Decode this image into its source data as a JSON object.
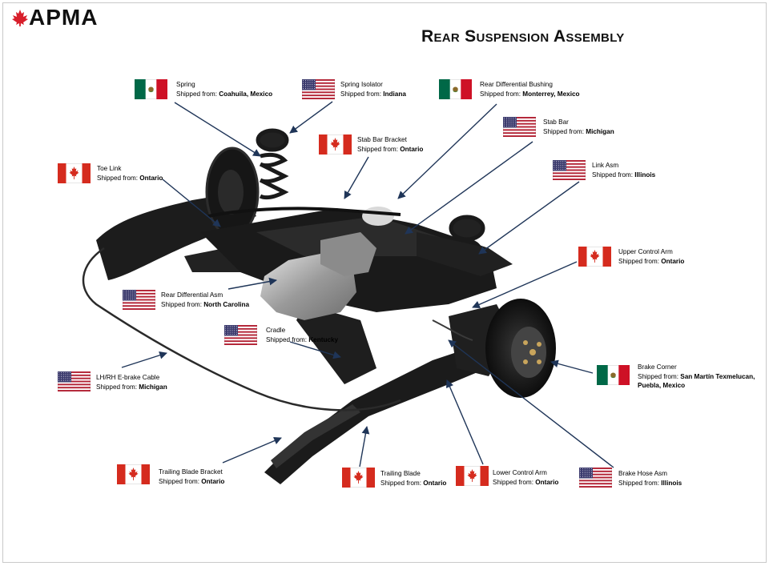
{
  "brand": {
    "name": "APMA"
  },
  "title": "Rear Suspension Assembly",
  "shipped_prefix": "Shipped from: ",
  "parts": [
    {
      "id": "spring",
      "name": "Spring",
      "location": "Coahuila, Mexico",
      "flag": "mexico"
    },
    {
      "id": "spring-isolator",
      "name": "Spring Isolator",
      "location": "Indiana",
      "flag": "usa"
    },
    {
      "id": "rear-differential-bushing",
      "name": "Rear Differential Bushing",
      "location": "Monterrey, Mexico",
      "flag": "mexico"
    },
    {
      "id": "stab-bar",
      "name": "Stab Bar",
      "location": "Michigan",
      "flag": "usa"
    },
    {
      "id": "stab-bar-bracket",
      "name": "Stab Bar Bracket",
      "location": "Ontario",
      "flag": "canada"
    },
    {
      "id": "toe-link",
      "name": "Toe Link",
      "location": "Ontario",
      "flag": "canada"
    },
    {
      "id": "link-asm",
      "name": "Link Asm",
      "location": "Illinois",
      "flag": "usa"
    },
    {
      "id": "upper-control-arm",
      "name": "Upper Control Arm",
      "location": "Ontario",
      "flag": "canada"
    },
    {
      "id": "rear-differential-asm",
      "name": "Rear Differential Asm",
      "location": "North Carolina",
      "flag": "usa"
    },
    {
      "id": "cradle",
      "name": "Cradle",
      "location": "Kentucky",
      "flag": "usa"
    },
    {
      "id": "ebrake-cable",
      "name": "LH/RH E-brake Cable",
      "location": "Michigan",
      "flag": "usa"
    },
    {
      "id": "brake-corner",
      "name": "Brake Corner",
      "location": "San Martín Texmelucan, Puebla, Mexico",
      "flag": "mexico"
    },
    {
      "id": "trailing-blade-bracket",
      "name": "Trailing Blade Bracket",
      "location": "Ontario",
      "flag": "canada"
    },
    {
      "id": "trailing-blade",
      "name": "Trailing Blade",
      "location": "Ontario",
      "flag": "canada"
    },
    {
      "id": "lower-control-arm",
      "name": "Lower Control Arm",
      "location": "Ontario",
      "flag": "canada"
    },
    {
      "id": "brake-hose-asm",
      "name": "Brake Hose Asm",
      "location": "Illinois",
      "flag": "usa"
    }
  ],
  "colors": {
    "arrow": "#1f3558",
    "usa_red": "#b22234",
    "usa_blue": "#3c3b6e",
    "canada_red": "#d52b1e",
    "mexico_green": "#006847",
    "mexico_red": "#ce1126",
    "logo_red": "#d81e2a"
  }
}
